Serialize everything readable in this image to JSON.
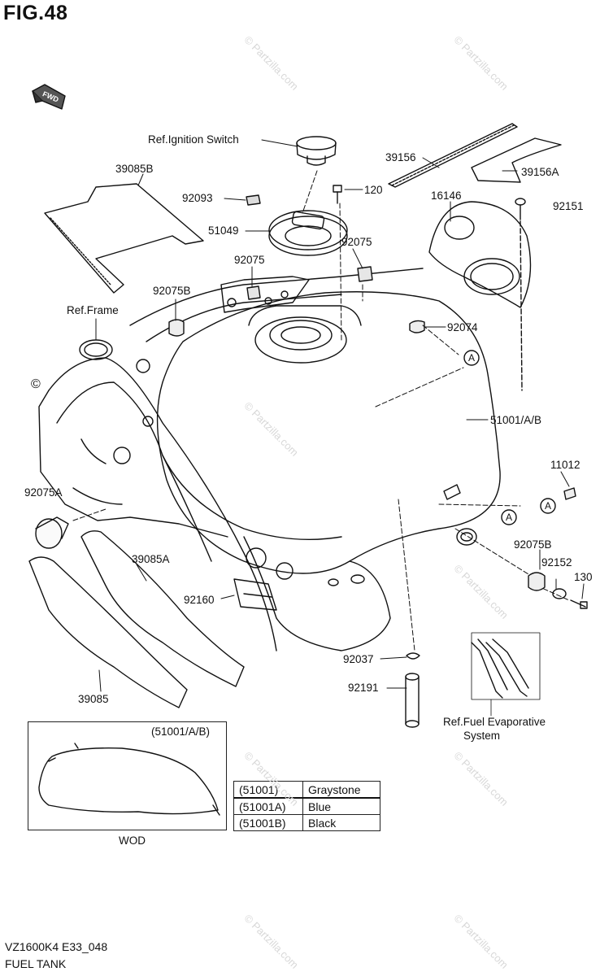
{
  "figure": {
    "title": "FIG.48",
    "footer_code": "VZ1600K4 E33_048",
    "footer_name": "FUEL TANK"
  },
  "labels": {
    "ref_ignition_switch": "Ref.Ignition Switch",
    "p39156": "39156",
    "p39156a": "39156A",
    "p39085b": "39085B",
    "p92093": "92093",
    "p120": "120",
    "p16146": "16146",
    "p92151": "92151",
    "p51049": "51049",
    "p92075_top": "92075",
    "p92075_left": "92075",
    "p92075b_top": "92075B",
    "p92074": "92074",
    "ref_frame": "Ref.Frame",
    "p51001": "51001/A/B",
    "p11012": "11012",
    "p92075a": "92075A",
    "p39085a": "39085A",
    "p92075b_right": "92075B",
    "p92152": "92152",
    "p130": "130",
    "p92160": "92160",
    "p92037": "92037",
    "p92191": "92191",
    "p39085": "39085",
    "ref_fuel_evap_1": "Ref.Fuel Evaporative",
    "ref_fuel_evap_2": "System",
    "ref_a_1": "A",
    "ref_a_2": "A",
    "ref_a_3": "A",
    "fwd": "FWD",
    "copyright": "©"
  },
  "wod_inset": {
    "caption": "(51001/A/B)",
    "label": "WOD"
  },
  "color_legend": [
    {
      "code": "(51001)",
      "color": "Graystone"
    },
    {
      "code": "(51001A)",
      "color": "Blue"
    },
    {
      "code": "(51001B)",
      "color": "Black"
    }
  ],
  "watermark": "© Partzilla.com"
}
